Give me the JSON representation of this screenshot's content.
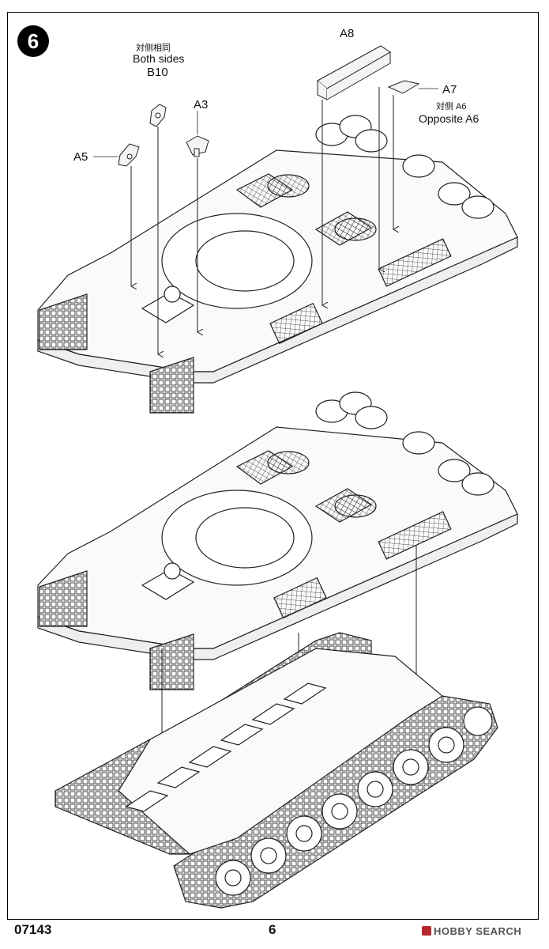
{
  "step": {
    "number": "6"
  },
  "labels": {
    "b10_cn": "対侧相同",
    "b10_en": "Both sides",
    "b10": "B10",
    "a3": "A3",
    "a5": "A5",
    "a8": "A8",
    "a7": "A7",
    "a6_cn": "対侧 A6",
    "a6_en": "Opposite A6"
  },
  "footer": {
    "code": "07143",
    "page": "6",
    "watermark": "HOBBY SEARCH"
  }
}
